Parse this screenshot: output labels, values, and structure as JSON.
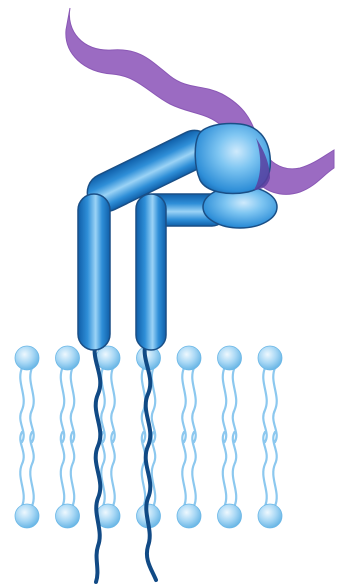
{
  "figure": {
    "background": "#ffffff"
  },
  "colors": {
    "ligand": "#9b6bc2",
    "ligand_edge": "#8a58b5",
    "protein_light": "#7fc6f2",
    "protein_mid": "#2f8fd8",
    "protein_dark": "#0f5ea8",
    "protein_outline": "#1a4f86",
    "contact": "#5a3fa0",
    "lipid_head_light": "#e3f3fd",
    "lipid_head": "#9fd2f3",
    "lipid_head_dark": "#6bb7e6",
    "lipid_tail": "#8cc8ef",
    "anchor_tail": "#114a85"
  },
  "membrane": {
    "lipid_columns": 7,
    "leaflets": 2
  },
  "protein": {
    "domain_count": 5,
    "membrane_anchors": 2
  }
}
